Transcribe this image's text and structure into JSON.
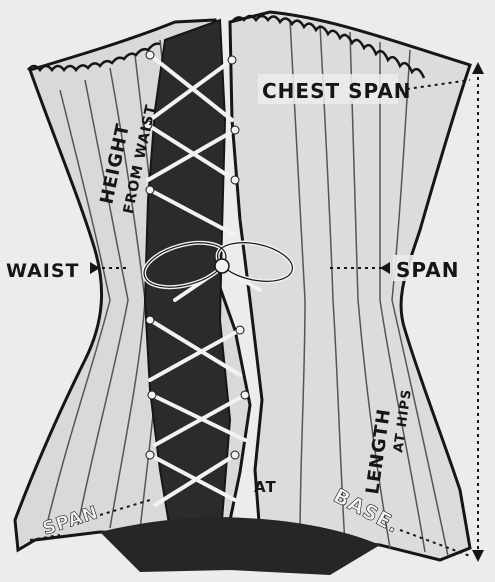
{
  "labels": {
    "chest_span": "CHEST SPAN",
    "height_from_waist_line1": "HEIGHT",
    "height_from_waist_line2": "FROM WAIST",
    "waist": "WAIST",
    "span_right": "SPAN",
    "length_at_hips_line1": "LENGTH",
    "length_at_hips_line2": "AT HIPS",
    "span_bottom_left": "SPAN",
    "at": "AT",
    "base": "BASE."
  },
  "colors": {
    "ink": "#161616",
    "paper": "#ececec",
    "fabric": "#d7d7d7",
    "shadow_panel": "#2b2b2b"
  }
}
